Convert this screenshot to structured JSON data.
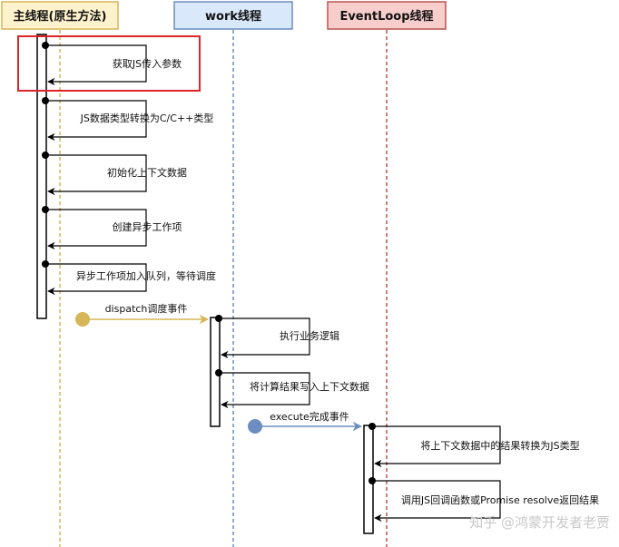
{
  "lanes": {
    "main": {
      "title": "主线程(原生方法)"
    },
    "work": {
      "title": "work线程"
    },
    "eventloop": {
      "title": "EventLoop线程"
    }
  },
  "steps": {
    "main": [
      "获取JS传入参数",
      "JS数据类型转换为C/C++类型",
      "初始化上下文数据",
      "创建异步工作项",
      "异步工作项加入队列，等待调度"
    ],
    "work": [
      "执行业务逻辑",
      "将计算结果写入上下文数据"
    ],
    "eventloop": [
      "将上下文数据中的结果转换为JS类型",
      "调用JS回调函数或Promise resolve返回结果"
    ]
  },
  "events": {
    "dispatch": "dispatch调度事件",
    "execute": "execute完成事件"
  },
  "watermark": "知乎 @鸿蒙开发者老贾",
  "colors": {
    "main_header_fill": "#fff2cc",
    "main_header_stroke": "#d6b656",
    "work_header_fill": "#dae8fc",
    "work_header_stroke": "#6c8ebf",
    "eventloop_header_fill": "#f8cecc",
    "eventloop_header_stroke": "#b85450",
    "highlight": "#e0242b",
    "dispatch": "#d6b656",
    "execute": "#6c8ebf"
  }
}
